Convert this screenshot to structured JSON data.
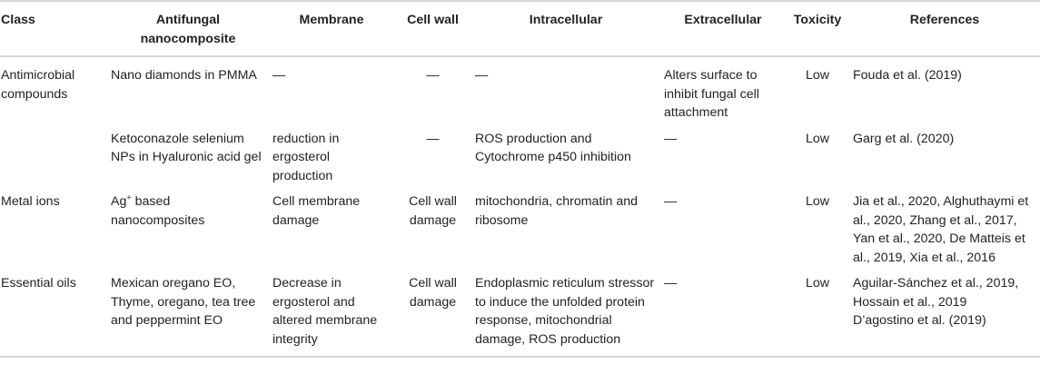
{
  "headers": [
    "Class",
    "Antifungal nanocomposite",
    "Membrane",
    "Cell wall",
    "Intracellular",
    "Extracellular",
    "Toxicity",
    "References"
  ],
  "rows": [
    {
      "class": "Antimicrobial compounds",
      "nanocomposite": "Nano diamonds in PMMA",
      "membrane": "—",
      "cell_wall": "—",
      "intracellular": "—",
      "extracellular": "Alters surface to inhibit fungal cell attachment",
      "toxicity": "Low",
      "references": "Fouda et al. (2019)"
    },
    {
      "class": "",
      "nanocomposite": "Ketoconazole selenium NPs in Hyaluronic acid gel",
      "membrane": "reduction in ergosterol production",
      "cell_wall": "—",
      "intracellular": "ROS production and Cytochrome p450 inhibition",
      "extracellular": "—",
      "toxicity": "Low",
      "references": "Garg et al. (2020)"
    },
    {
      "class": "Metal ions",
      "nanocomposite_main": "Ag",
      "nanocomposite_sup": "+",
      "nanocomposite_rest": " based nanocomposites",
      "membrane": "Cell membrane damage",
      "cell_wall": "Cell wall damage",
      "intracellular": "mitochondria, chromatin and ribosome",
      "extracellular": "—",
      "toxicity": "Low",
      "references": "Jia et al., 2020, Alghuthaymi et al., 2020, Zhang et al., 2017, Yan et al., 2020, De Matteis et al., 2019, Xia et al., 2016"
    },
    {
      "class": "Essential oils",
      "nanocomposite": "Mexican oregano EO, Thyme, oregano, tea tree and peppermint EO",
      "membrane": "Decrease in ergosterol and altered membrane integrity",
      "cell_wall": "Cell wall damage",
      "intracellular": "Endoplasmic reticulum stressor to induce the unfolded protein response, mitochondrial damage, ROS production",
      "extracellular": "—",
      "toxicity": "Low",
      "references_lines": [
        "Aguilar-Sánchez et al., 2019,",
        "Hossain et al., 2019",
        "D’agostino et al. (2019)"
      ]
    }
  ]
}
